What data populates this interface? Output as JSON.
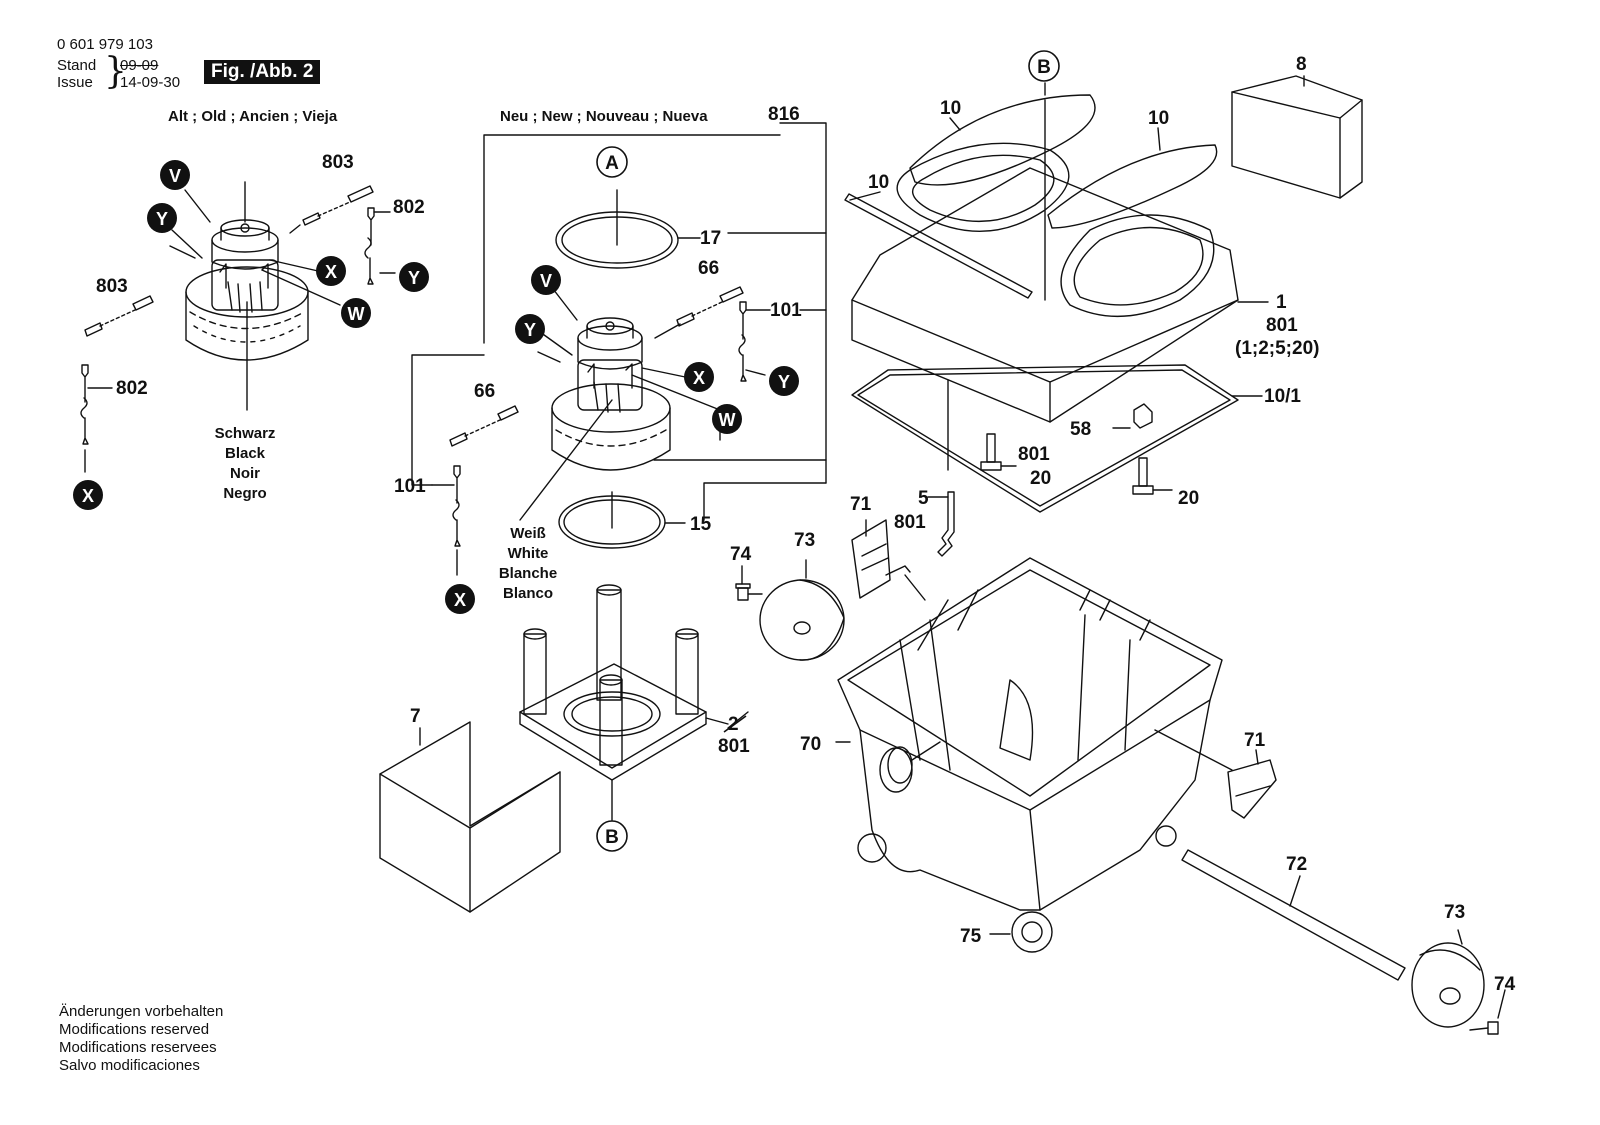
{
  "header": {
    "part_number": "0 601 979 103",
    "stand_label": "Stand",
    "stand_old": "09-09",
    "issue_label": "Issue",
    "issue_date": "14-09-30",
    "figure_title": "Fig. /Abb. 2"
  },
  "sections": {
    "old_label": "Alt ; Old ; Ancien ; Vieja",
    "new_label": "Neu ; New ; Nouveau ; Nueva"
  },
  "motor_colors": {
    "black": [
      "Schwarz",
      "Black",
      "Noir",
      "Negro"
    ],
    "white": [
      "Weiß",
      "White",
      "Blanche",
      "Blanco"
    ]
  },
  "footer": [
    "Änderungen vorbehalten",
    "Modifications reserved",
    "Modifications reservees",
    "Salvo modificaciones"
  ],
  "callouts": {
    "c816": "816",
    "c17": "17",
    "c66a": "66",
    "c101a": "101",
    "c66b": "66",
    "c101b": "101",
    "c15": "15",
    "c803a": "803",
    "c802a": "802",
    "c803b": "803",
    "c802b": "802",
    "c8": "8",
    "c10a": "10",
    "c10b": "10",
    "c10c": "10",
    "c1": "1",
    "c801a": "801",
    "c1set": "(1;2;5;20)",
    "c101": "10/1",
    "c58": "58",
    "c801b": "801",
    "c20a": "20",
    "c20b": "20",
    "c5": "5",
    "c71a": "71",
    "c801c": "801",
    "c74a": "74",
    "c73a": "73",
    "c70": "70",
    "c71b": "71",
    "c72": "72",
    "c73b": "73",
    "c74b": "74",
    "c75": "75",
    "c7": "7",
    "c2": "2",
    "c801d": "801"
  },
  "markers": {
    "A": "A",
    "B1": "B",
    "B2": "B",
    "V1": "V",
    "Y1": "Y",
    "X1": "X",
    "W1": "W",
    "Y2": "Y",
    "X2": "X",
    "V2": "V",
    "Y3": "Y",
    "X3": "X",
    "Y4": "Y",
    "W2": "W",
    "X4": "X"
  }
}
